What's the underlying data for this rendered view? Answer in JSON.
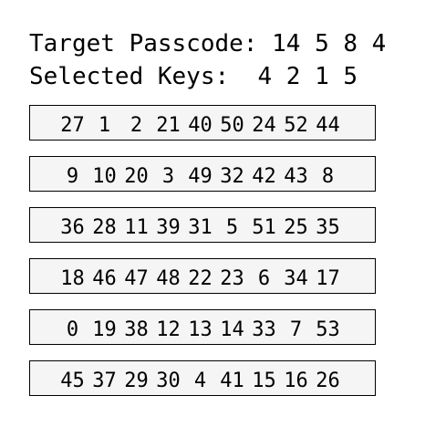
{
  "header": {
    "target_label": "Target Passcode:",
    "target_value": "14 5 8 4",
    "selected_label": "Selected Keys:",
    "selected_value": "4 2 1 5"
  },
  "keypad": {
    "rows": [
      [
        "27",
        "1",
        "2",
        "21",
        "40",
        "50",
        "24",
        "52",
        "44"
      ],
      [
        "9",
        "10",
        "20",
        "3",
        "49",
        "32",
        "42",
        "43",
        "8"
      ],
      [
        "36",
        "28",
        "11",
        "39",
        "31",
        "5",
        "51",
        "25",
        "35"
      ],
      [
        "18",
        "46",
        "47",
        "48",
        "22",
        "23",
        "6",
        "34",
        "17"
      ],
      [
        "0",
        "19",
        "38",
        "12",
        "13",
        "14",
        "33",
        "7",
        "53"
      ],
      [
        "45",
        "37",
        "29",
        "30",
        "4",
        "41",
        "15",
        "16",
        "26"
      ]
    ]
  }
}
